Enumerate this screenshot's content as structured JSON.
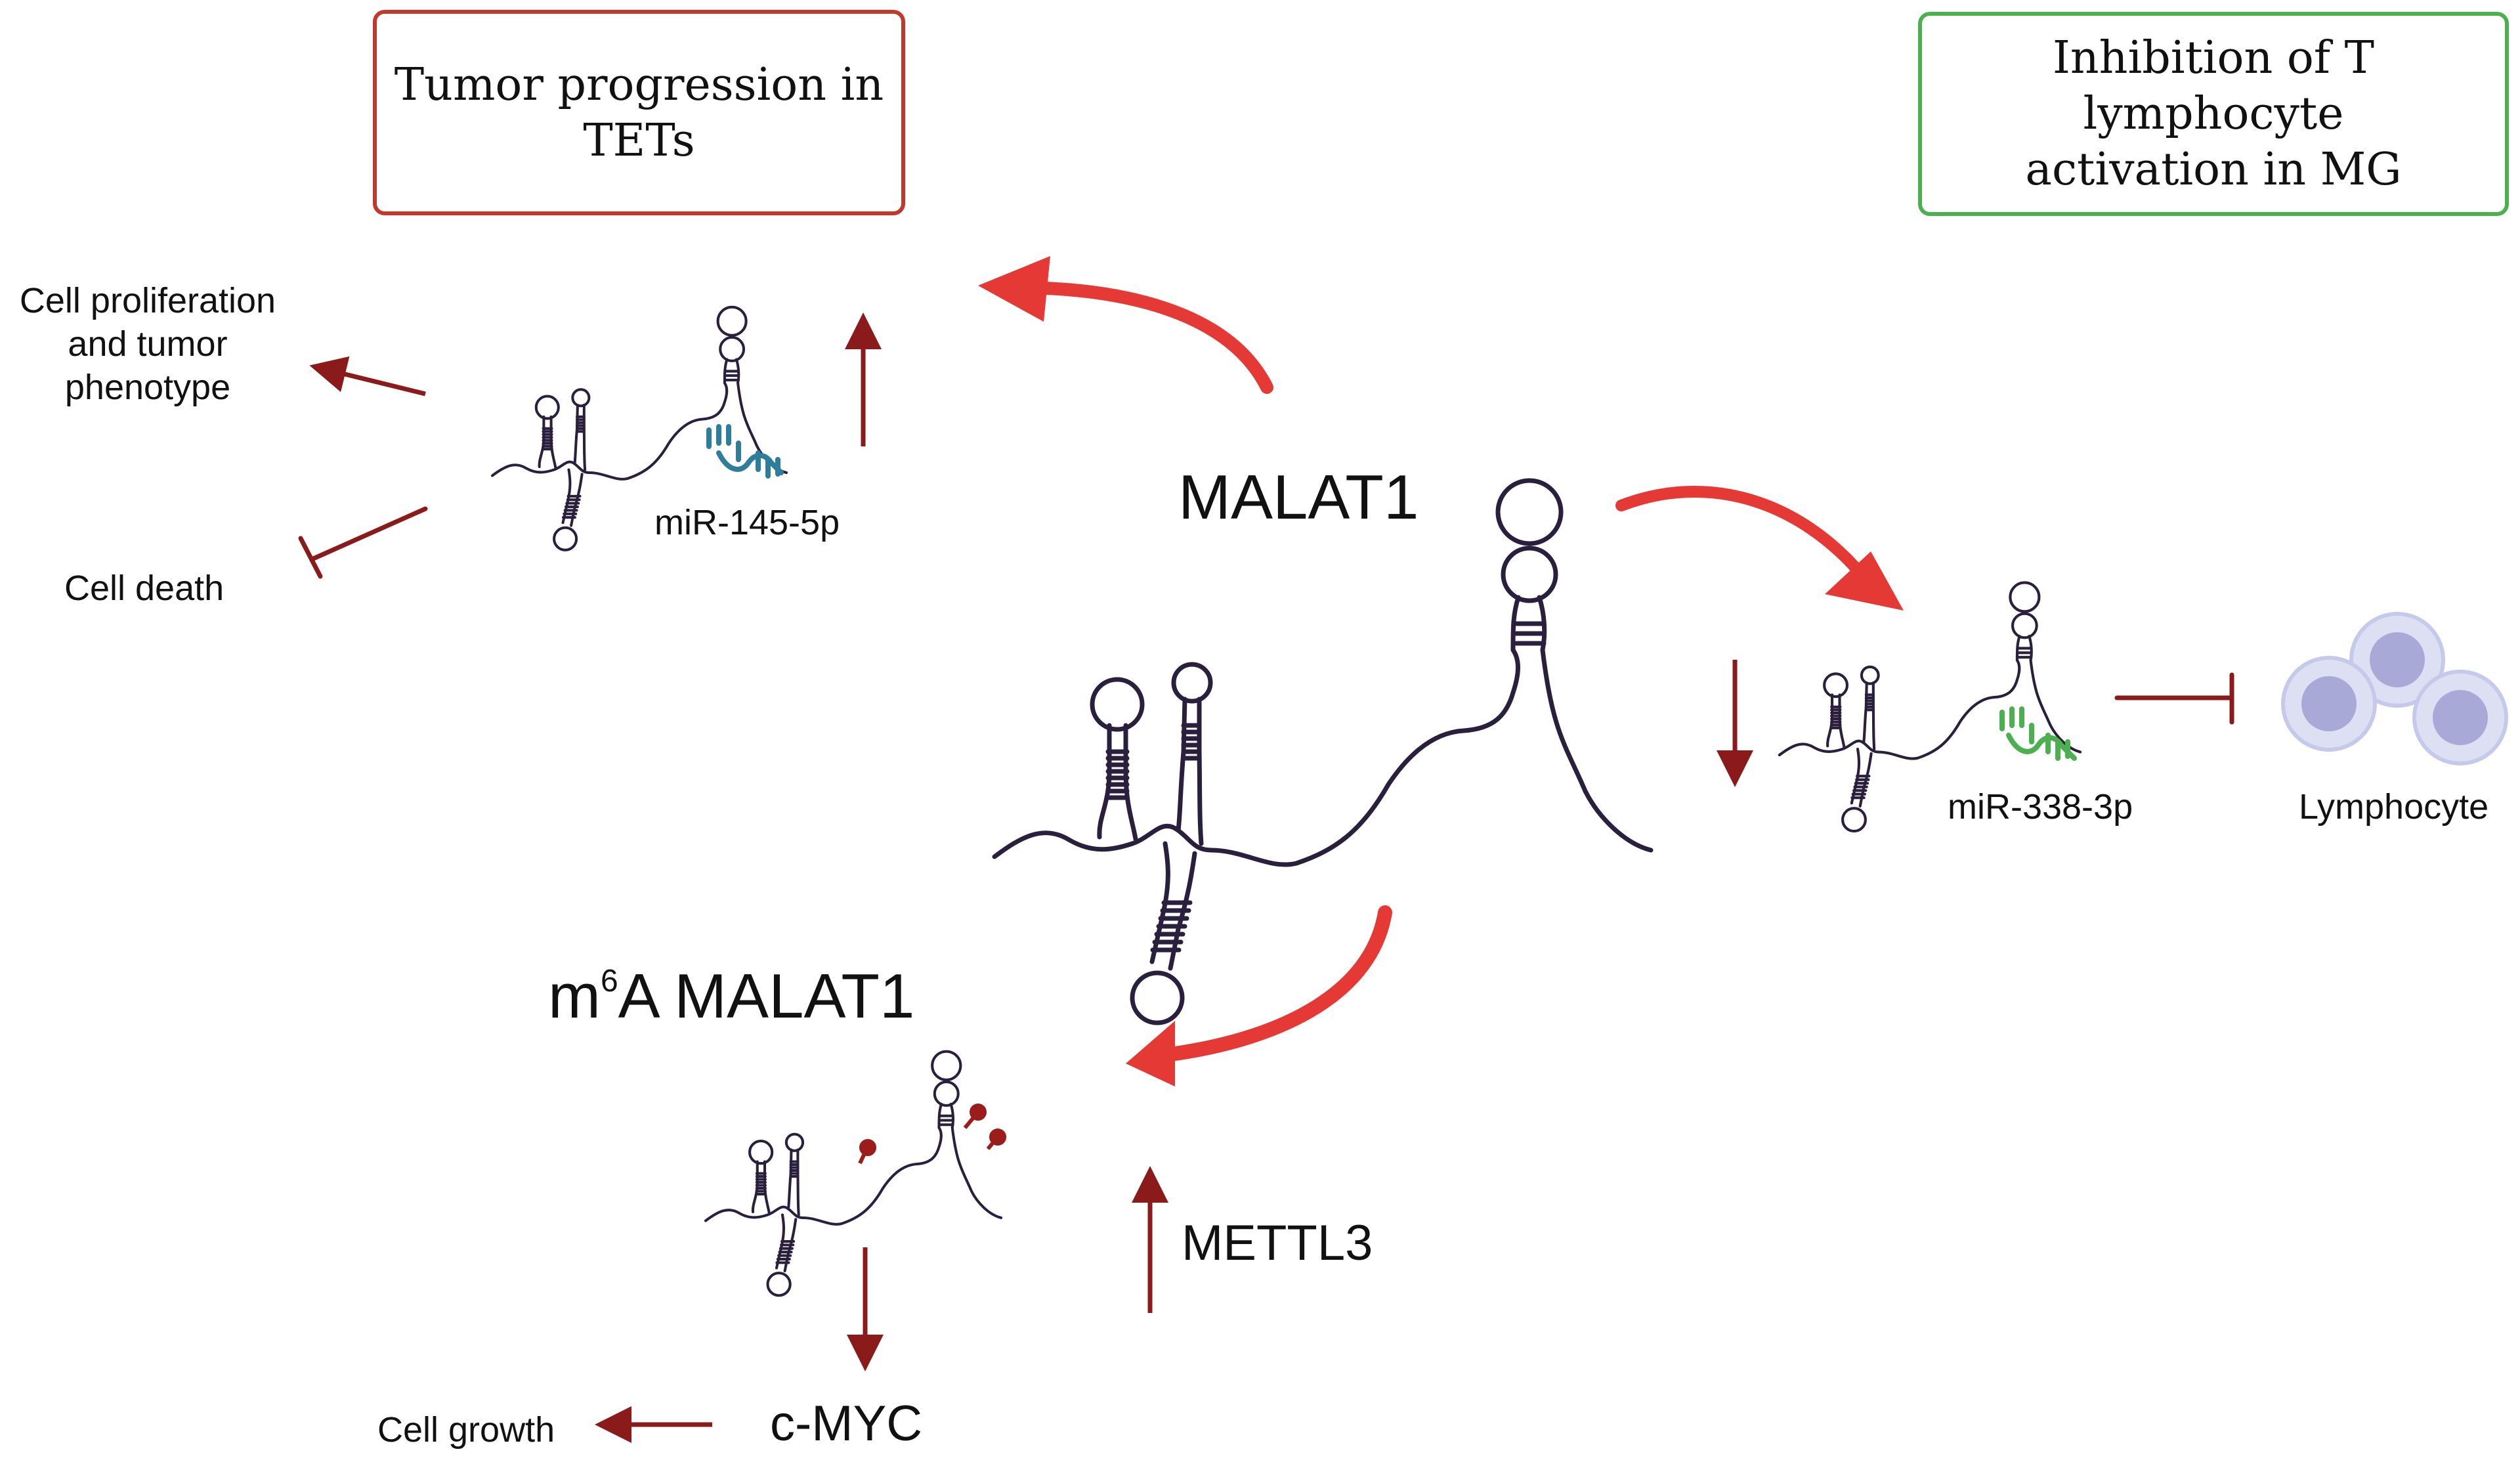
{
  "boxes": {
    "tumor_line1": "Tumor progression in",
    "tumor_line2": "TETs",
    "inhibition_line1": "Inhibition of T lymphocyte",
    "inhibition_line2": "activation in MG"
  },
  "labels": {
    "malat1": "MALAT1",
    "m6a_prefix": "m",
    "m6a_sup": "6",
    "m6a_suffix": "A MALAT1",
    "mir145": "miR-145-5p",
    "mir338": "miR-338-3p",
    "lymphocyte": "Lymphocyte",
    "cell_prolif_line1": "Cell proliferation",
    "cell_prolif_line2": "and tumor",
    "cell_prolif_line3": "phenotype",
    "cell_death": "Cell death",
    "mettl3": "METTL3",
    "cmyc": "c-MYC",
    "cell_growth": "Cell growth"
  },
  "colors": {
    "accent_red": "#e53935",
    "dark_red": "#8b1a1a",
    "box_red": "#c0392b",
    "box_green": "#4caf50",
    "rna": "#2a1f3d",
    "mir145": "#2e7d9a",
    "mir338": "#4caf50",
    "m6a_dot": "#9c1c1c",
    "cell_outer": "#dde0f3",
    "cell_inner": "#a9a9d8"
  }
}
